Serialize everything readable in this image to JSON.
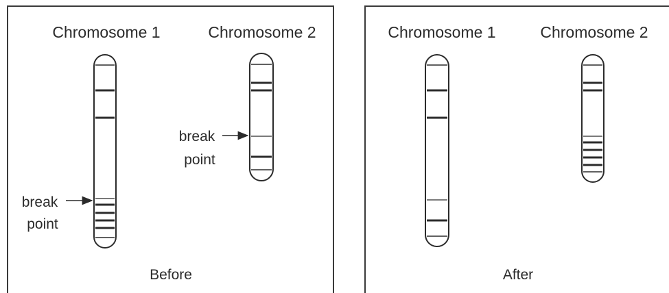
{
  "before": {
    "chromosome1_label": "Chromosome 1",
    "chromosome2_label": "Chromosome 2",
    "break1_word1": "break",
    "break1_word2": "point",
    "break2_word1": "break",
    "break2_word2": "point",
    "caption": "Before"
  },
  "after": {
    "chromosome1_label": "Chromosome 1",
    "chromosome2_label": "Chromosome 2",
    "caption": "After"
  }
}
